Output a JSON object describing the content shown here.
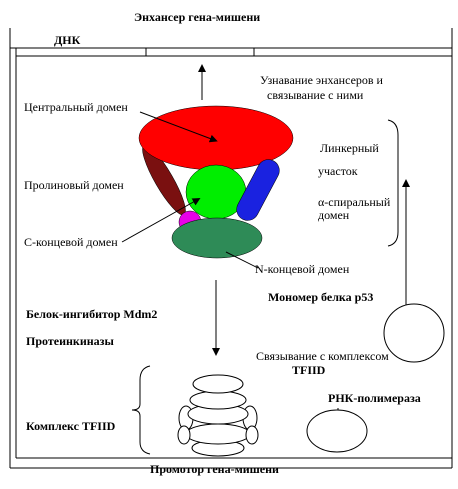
{
  "labels": {
    "enhancer_title": "Энхансер гена-мишени",
    "dna": "ДНК",
    "recognition_line1": "Узнавание энхансеров и",
    "recognition_line2": "связывание с ними",
    "central_domain": "Центральный домен",
    "proline_domain": "Пролиновый домен",
    "c_terminal_domain": "С-концевой домен",
    "n_terminal_domain": "N-концевой домен",
    "linker_line1": "Линкерный",
    "linker_line2": "участок",
    "alpha_line1": "α-спиральный",
    "alpha_line2": "домен",
    "p53_monomer": "Мономер белка р53",
    "mdm2": "Белок-ингибитор Mdm2",
    "protein_kinases": "Протеинкиназы",
    "tfiid_binding_line1": "Связывание с комплексом",
    "tfiid_binding_line2": "TFIID",
    "tfiid_complex": "Комплекс TFIID",
    "rna_polymerase": "РНК-полимераза",
    "promoter_title": "Промотор гена-мишени"
  },
  "colors": {
    "central_domain": "#ff0000",
    "proline_domain": "#7a1010",
    "core_domain": "#00ee00",
    "alpha_helix": "#1a22e0",
    "c_terminal_domain": "#e800e8",
    "n_terminal_domain": "#2e8b57"
  }
}
